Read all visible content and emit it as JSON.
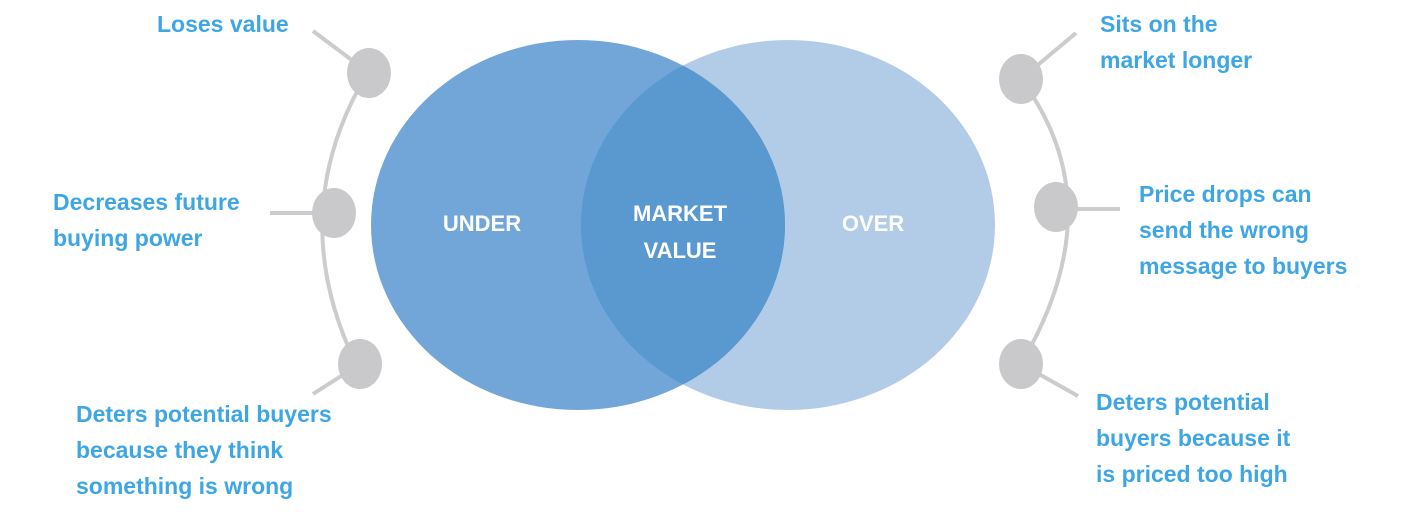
{
  "colors": {
    "under_circle": "#5f9ad3",
    "over_circle": "#aac6e6",
    "overlap": "#5a98d0",
    "connector": "#cccccc",
    "bubble": "#c9c9cc",
    "note_text": "#3ea6e3",
    "circle_text": "#ffffff"
  },
  "venn": {
    "left_label": "UNDER",
    "right_label": "OVER",
    "center_label_line1": "MARKET",
    "center_label_line2": "VALUE"
  },
  "under_notes": [
    {
      "lines": [
        "Loses value"
      ]
    },
    {
      "lines": [
        "Decreases future",
        "buying power"
      ]
    },
    {
      "lines": [
        "Deters potential buyers",
        "because they think",
        "something is wrong"
      ]
    }
  ],
  "over_notes": [
    {
      "lines": [
        "Sits on the",
        "market longer"
      ]
    },
    {
      "lines": [
        "Price drops can",
        "send the wrong",
        "message to buyers"
      ]
    },
    {
      "lines": [
        "Deters potential",
        "buyers because it",
        "is priced too high"
      ]
    }
  ]
}
